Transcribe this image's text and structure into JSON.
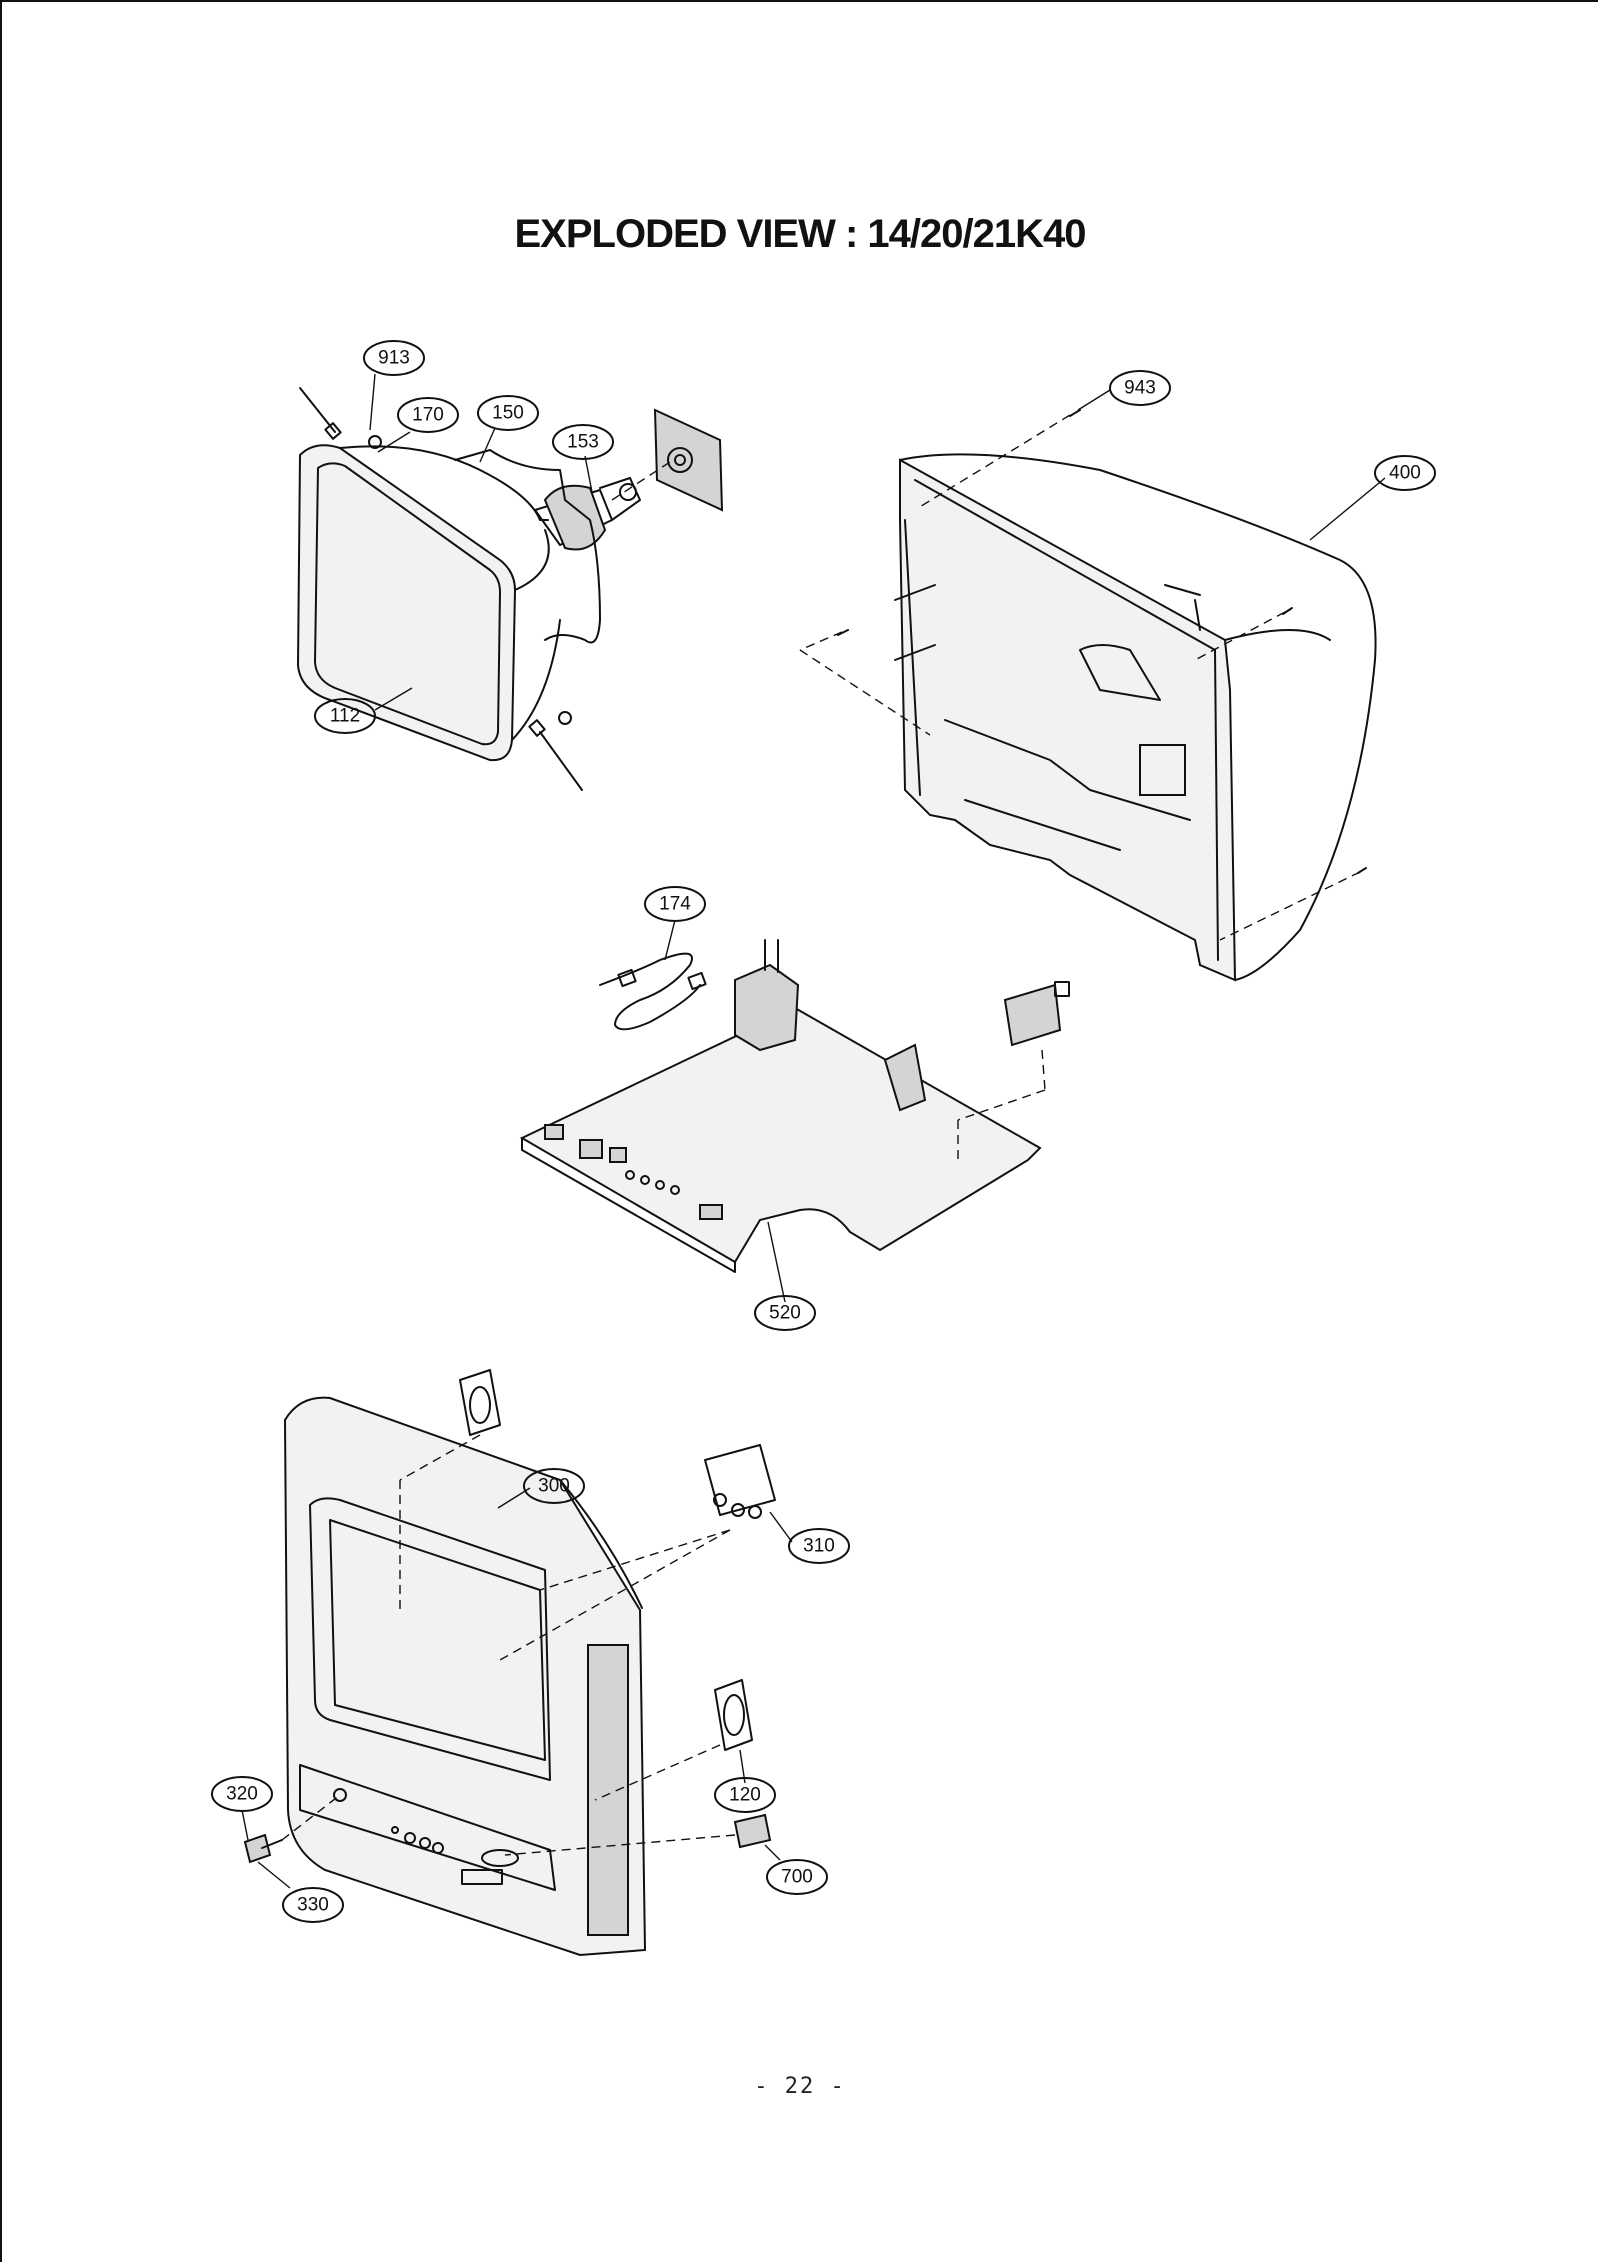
{
  "document": {
    "title": "EXPLODED VIEW : 14/20/21K40",
    "page_number": "- 22 -"
  },
  "callouts": {
    "c913": "913",
    "c170": "170",
    "c150": "150",
    "c153": "153",
    "c112": "112",
    "c943": "943",
    "c400": "400",
    "c174": "174",
    "c520": "520",
    "c300": "300",
    "c310": "310",
    "c120": "120",
    "c320": "320",
    "c330": "330",
    "c700": "700"
  }
}
